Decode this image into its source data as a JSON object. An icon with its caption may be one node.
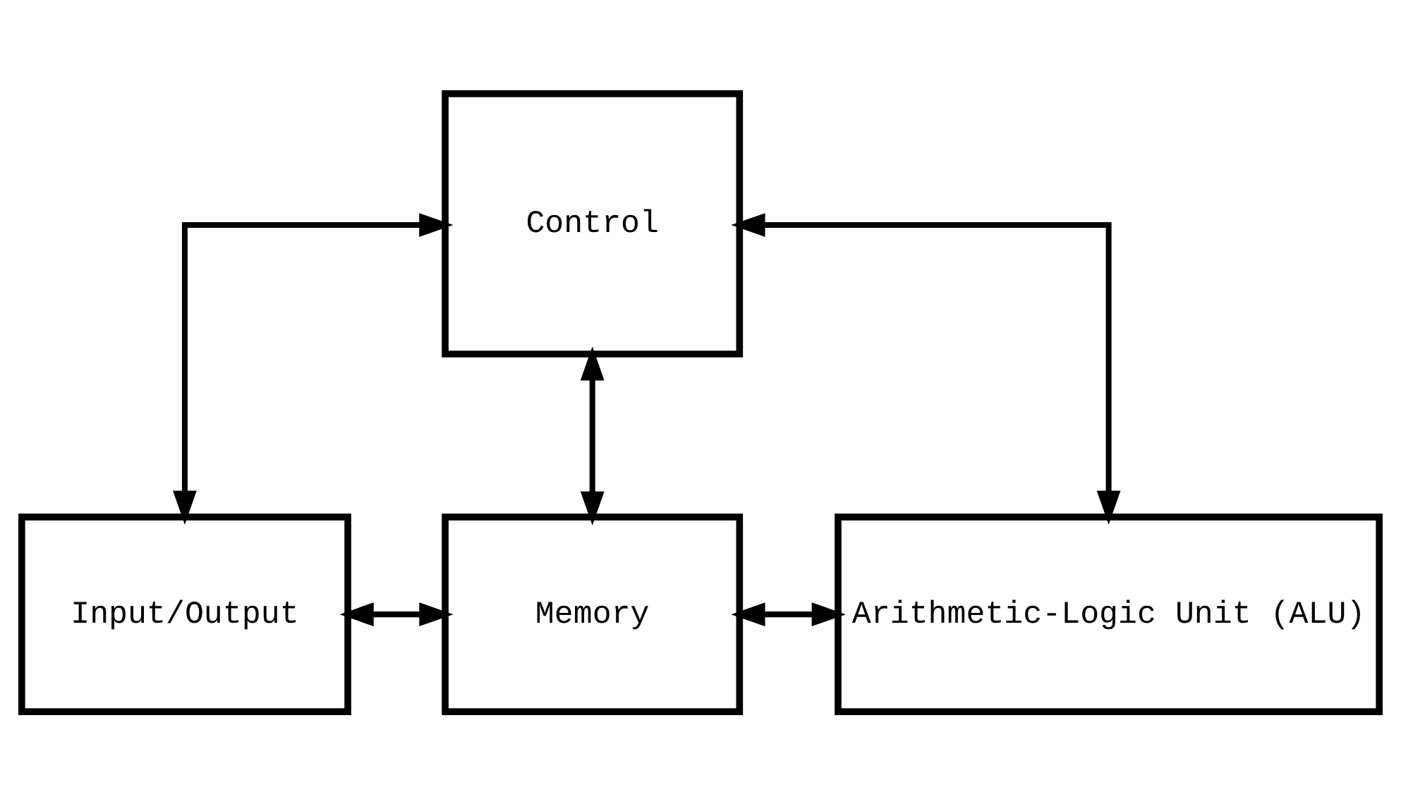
{
  "diagram": {
    "nodes": [
      {
        "text": [
          "Control"
        ]
      },
      {
        "text": [
          "Input/Output"
        ]
      },
      {
        "text": [
          "Memory"
        ]
      },
      {
        "text": [
          "Arithmetic-Logic Unit (ALU)"
        ]
      }
    ],
    "edges": [
      {
        "from": 0,
        "to": 1,
        "arrow": "both"
      },
      {
        "from": 0,
        "to": 2,
        "arrow": "both"
      },
      {
        "from": 0,
        "to": 3,
        "arrow": "both"
      },
      {
        "from": 1,
        "to": 2,
        "arrow": "both"
      },
      {
        "from": 2,
        "to": 3,
        "arrow": "both"
      }
    ]
  }
}
